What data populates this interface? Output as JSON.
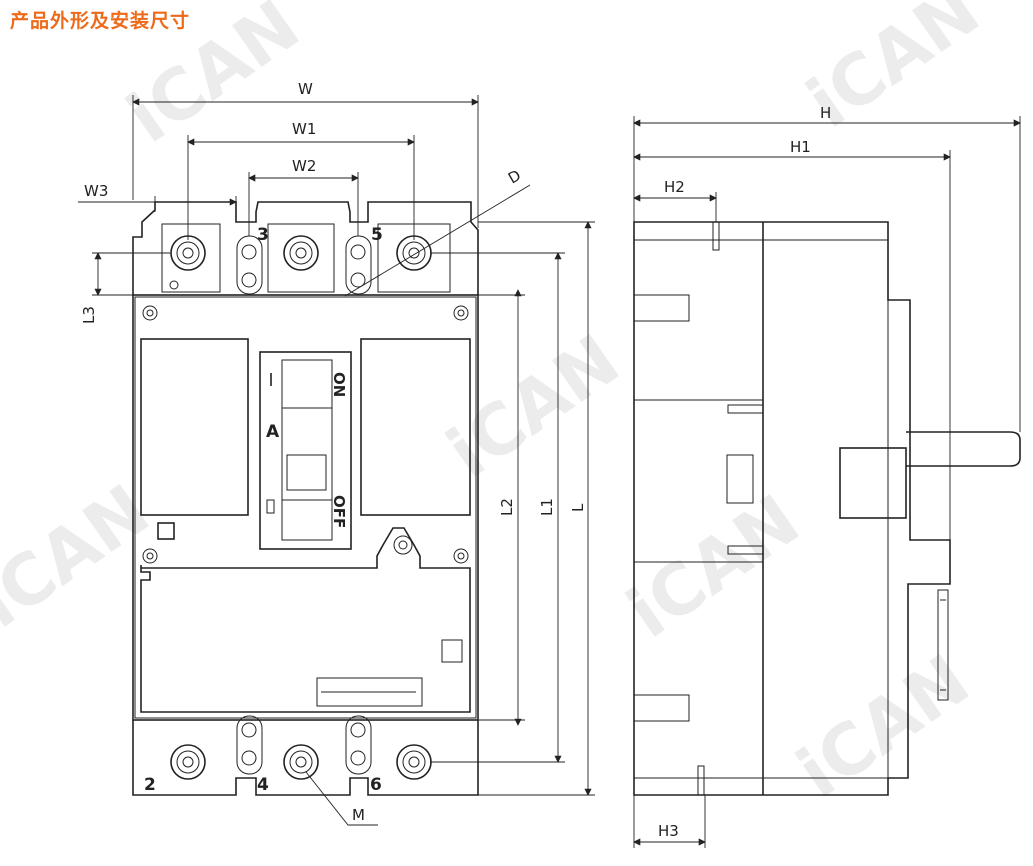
{
  "title": "产品外形及安装尺寸",
  "front_view": {
    "dims": {
      "W": "W",
      "W1": "W1",
      "W2": "W2",
      "W3": "W3",
      "L3": "L3",
      "D": "D",
      "L2": "L2",
      "L1": "L1",
      "L": "L",
      "M": "M"
    },
    "terminals_top": [
      "3",
      "5"
    ],
    "terminals_bottom": [
      "2",
      "4",
      "6"
    ],
    "handle": {
      "on": "ON",
      "off": "OFF",
      "i": "I",
      "a": "A"
    }
  },
  "side_view": {
    "dims": {
      "H": "H",
      "H1": "H1",
      "H2": "H2",
      "H3": "H3"
    }
  },
  "watermark": {
    "logo": "iCAN"
  },
  "colors": {
    "title": "#ee6a1b",
    "line": "#222222"
  }
}
